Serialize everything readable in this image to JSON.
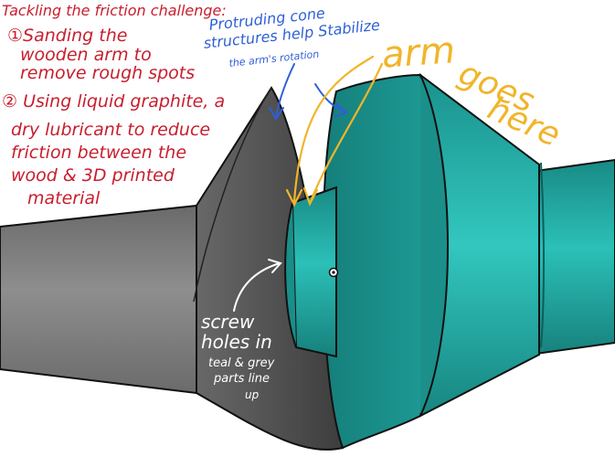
{
  "notes": {
    "heading": "Tackling the friction challenge:",
    "item1": [
      "①Sanding the",
      "wooden arm to",
      "remove rough spots"
    ],
    "item2": [
      "② Using liquid graphite, a",
      "dry lubricant to reduce",
      "friction between the",
      "wood & 3D printed",
      "material"
    ]
  },
  "callouts": {
    "cone": [
      "Protruding cone",
      "structures help Stabilize",
      "the arm's rotation"
    ],
    "arm": [
      "arm",
      "goes",
      "here"
    ],
    "screw": [
      "screw",
      "holes in",
      "teal & grey",
      "parts line",
      "up"
    ]
  },
  "colors": {
    "red_ink": "#c81e2d",
    "blue_ink": "#2f5fd6",
    "gold_ink": "#f0b52a",
    "teal_part": "#1fa5a0",
    "grey_part": "#555555"
  }
}
